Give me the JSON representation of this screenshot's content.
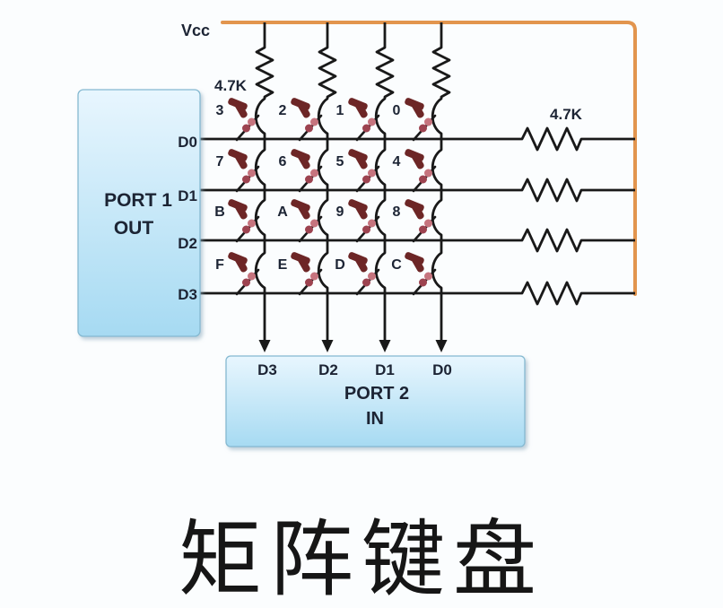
{
  "diagram_title": "矩阵键盘",
  "labels": {
    "vcc": "Vcc",
    "pullup_top": "4.7K",
    "pullup_right": "4.7K"
  },
  "port1": {
    "name": "PORT 1",
    "mode": "OUT",
    "pins": [
      "D0",
      "D1",
      "D2",
      "D3"
    ]
  },
  "port2": {
    "name": "PORT 2",
    "mode": "IN",
    "pins": [
      "D3",
      "D2",
      "D1",
      "D0"
    ]
  },
  "keypad_rows": [
    [
      "3",
      "2",
      "1",
      "0"
    ],
    [
      "7",
      "6",
      "5",
      "4"
    ],
    [
      "B",
      "A",
      "9",
      "8"
    ],
    [
      "F",
      "E",
      "D",
      "C"
    ]
  ],
  "colors": {
    "wire": "#191919",
    "vcc_wire": "#e2954e",
    "keycap": "#6d2626",
    "bead_dark": "#9d4350",
    "bead_light": "#c6747e",
    "text": "#1c2434",
    "box_fill_top": "#e8f6fe",
    "box_fill_bottom": "#a6daf2",
    "box_border": "#85b9d1"
  }
}
